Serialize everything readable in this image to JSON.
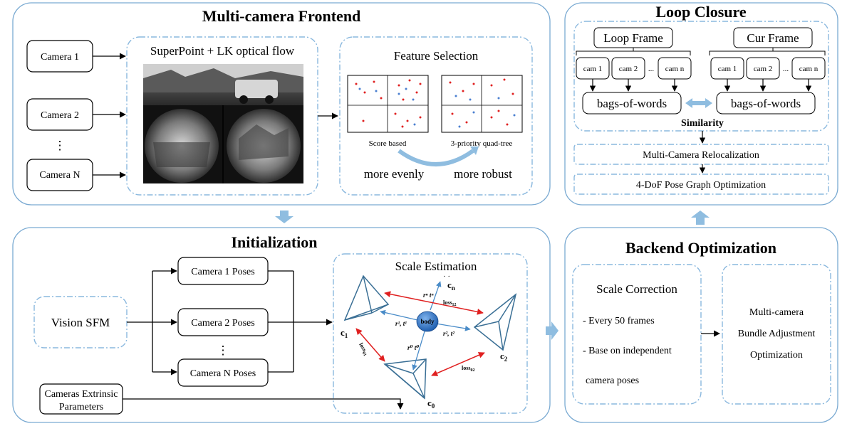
{
  "frontend": {
    "title": "Multi-camera Frontend",
    "cameras": [
      "Camera 1",
      "Camera 2",
      "⋮",
      "Camera N"
    ],
    "superpoint_label": "SuperPoint + LK optical flow",
    "feature_selection": {
      "title": "Feature Selection",
      "score_based": "Score based",
      "quadtree": "3-priority quad-tree",
      "more_evenly": "more evenly",
      "more_robust": "more robust"
    }
  },
  "loop_closure": {
    "title": "Loop Closure",
    "loop_frame": "Loop Frame",
    "cur_frame": "Cur Frame",
    "cams": [
      "cam 1",
      "cam 2",
      "...",
      "cam  n"
    ],
    "bags_of_words": "bags-of-words",
    "similarity": "Similarity",
    "relocalization": "Multi-Camera Relocalization",
    "pose_graph": "4-DoF Pose Graph Optimization"
  },
  "initialization": {
    "title": "Initialization",
    "vision_sfm": "Vision SFM",
    "poses": [
      "Camera 1 Poses",
      "Camera 2 Poses",
      "⋮",
      "Camera N Poses"
    ],
    "extrinsics_line1": "Cameras Extrinsic",
    "extrinsics_line2": "Parameters",
    "scale_estimation": {
      "title": "Scale Estimation",
      "body": "body",
      "c1": "c",
      "c1_sub": "1",
      "c2": "c",
      "c2_sub": "2",
      "c0": "c",
      "c0_sub": "0",
      "cn": "c",
      "cn_sub": "n",
      "rt1": "r¹, t¹",
      "rt2": "r², t²",
      "rt0": "r⁰  t⁰",
      "rtn": "rⁿ  tⁿ",
      "loss12": "loss",
      "loss12_sub": "12",
      "loss01": "loss",
      "loss01_sub": "01",
      "loss02": "loss",
      "loss02_sub": "02",
      "dots": "· ·"
    }
  },
  "backend": {
    "title": "Backend Optimization",
    "scale_correction": "Scale Correction",
    "bullet1": "- Every 50 frames",
    "bullet2": "- Base on independent",
    "bullet3": "camera poses",
    "ba_line1": "Multi-camera",
    "ba_line2": "Bundle Adjustment",
    "ba_line3": "Optimization"
  },
  "colors": {
    "frame": "#7aaad2",
    "dash": "#8ab8de",
    "arrow_blue": "#8fbde0",
    "red": "#e02020",
    "body": "#2d6fc4",
    "pyramid": "#3a6f95"
  }
}
